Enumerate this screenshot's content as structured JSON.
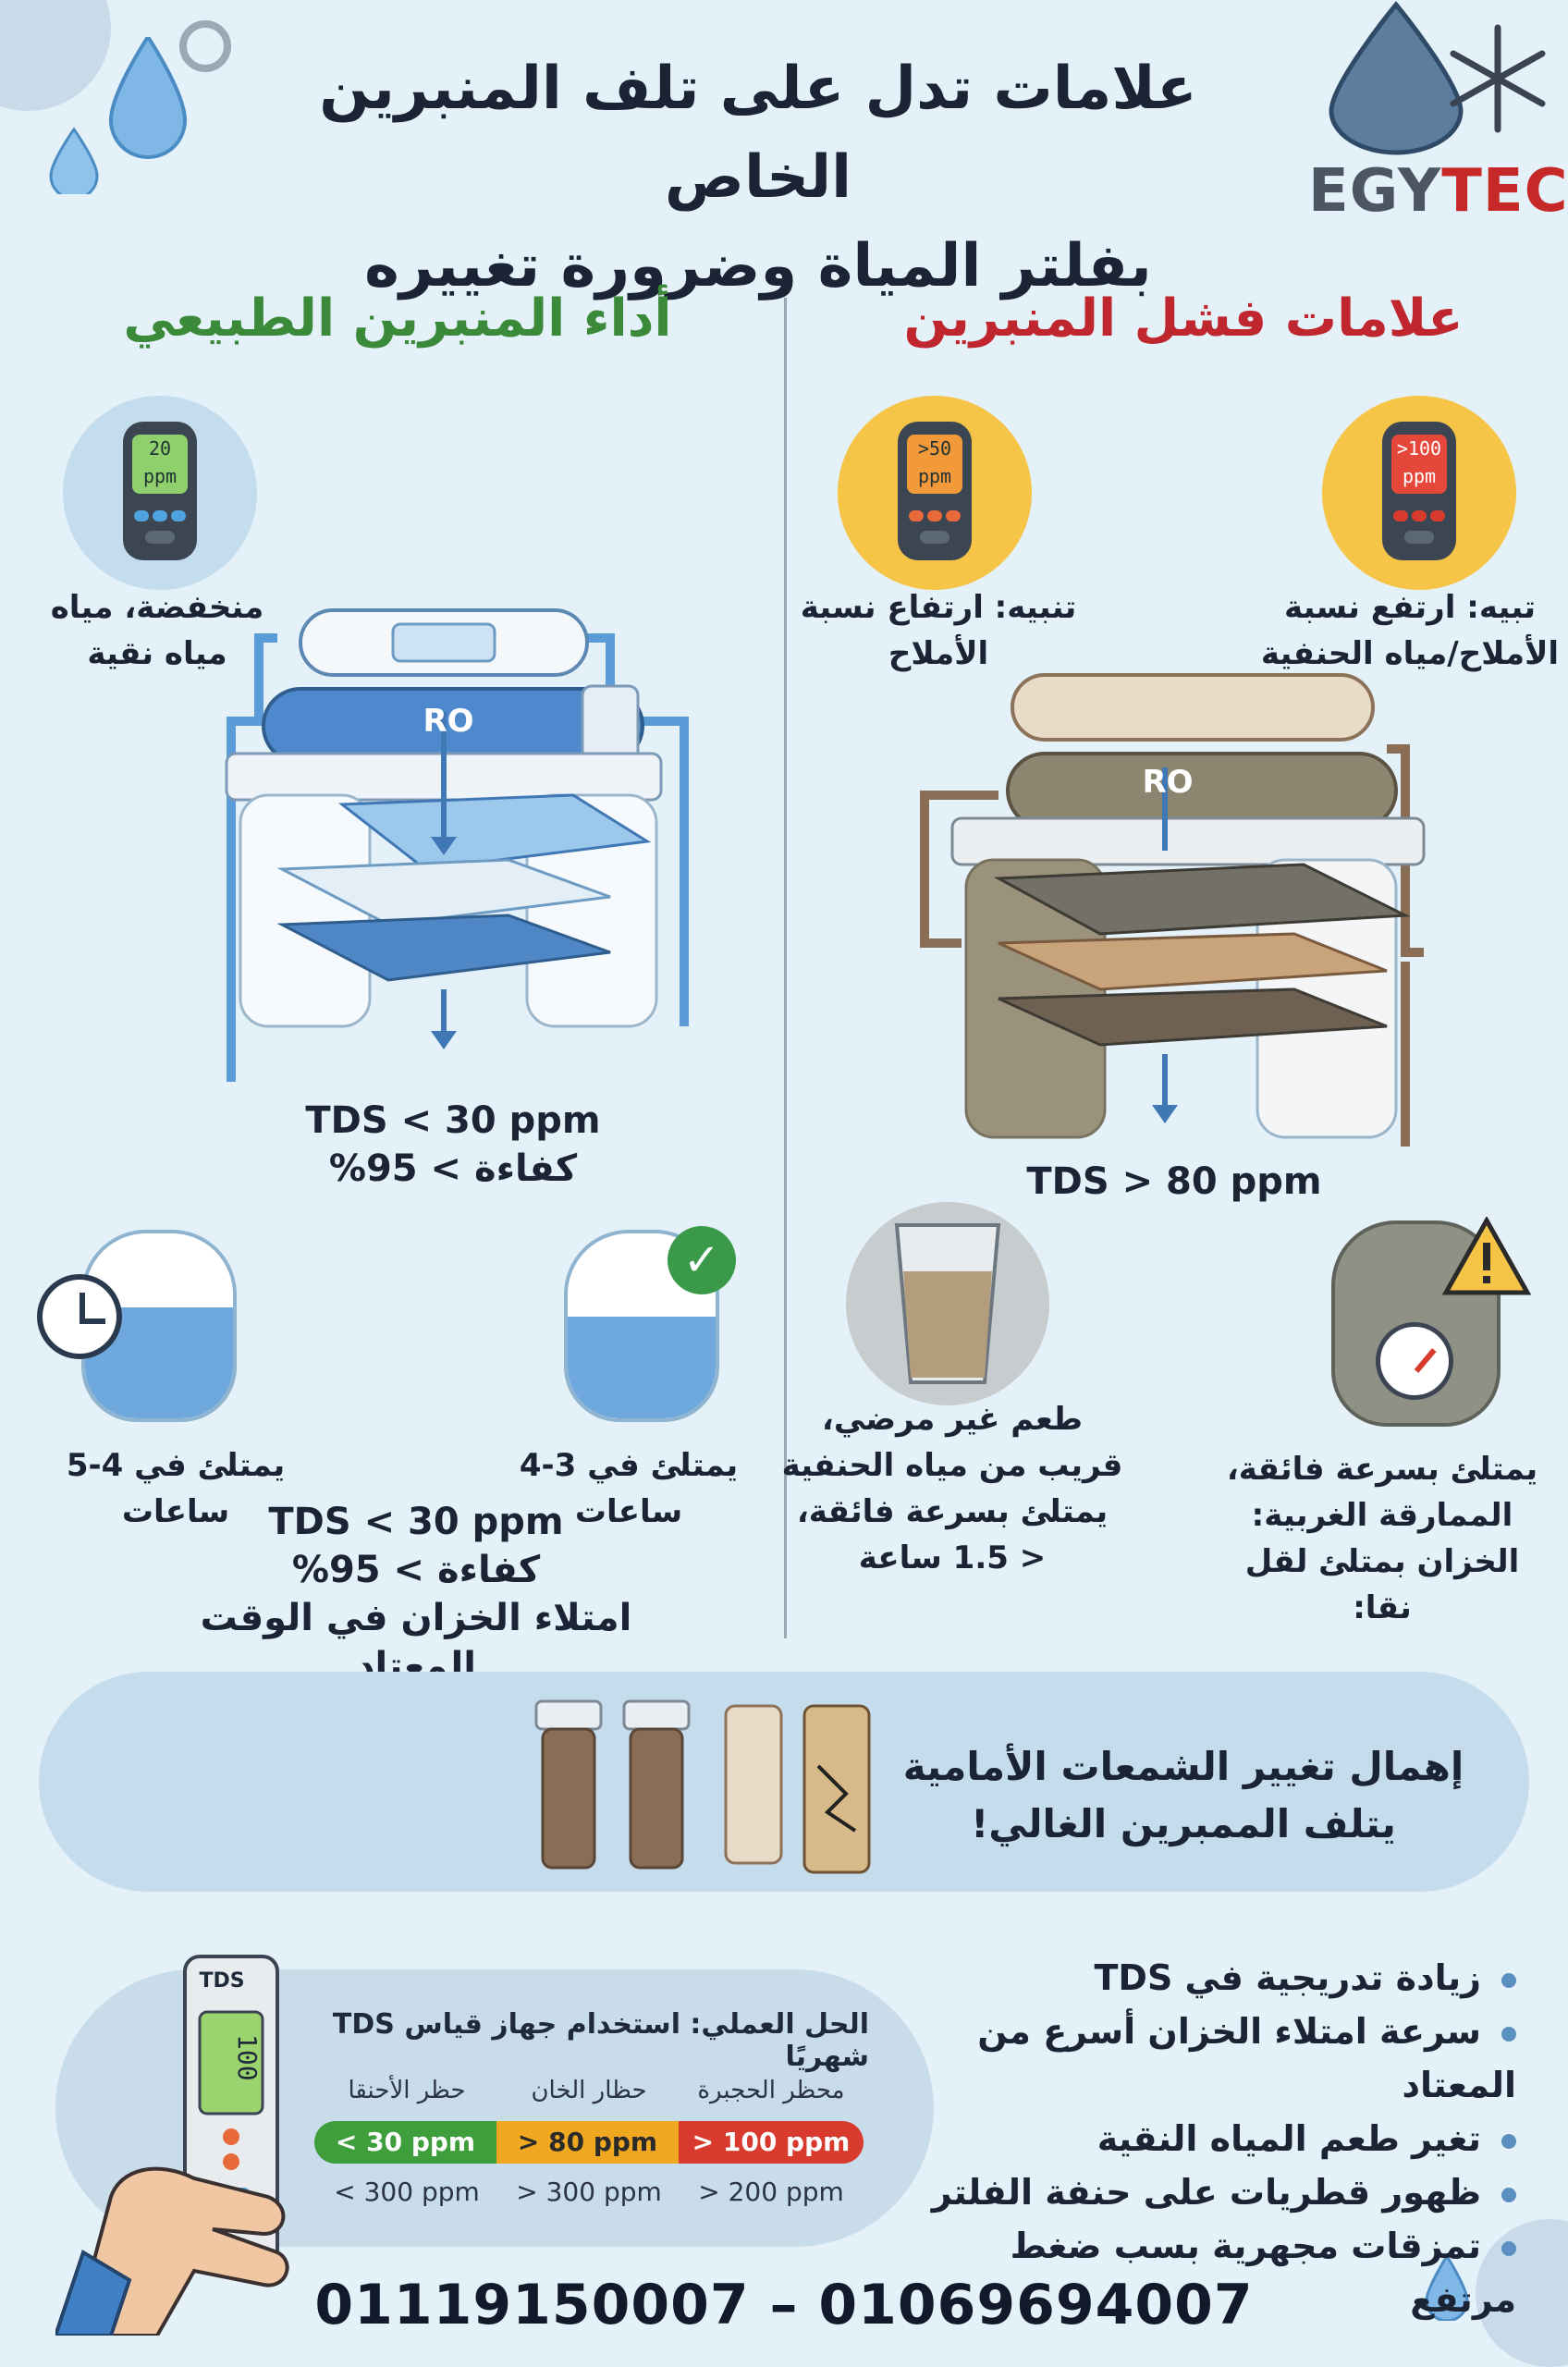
{
  "header": {
    "title_line1": "علامات تدل على تلف المنبرين الخاص",
    "title_line2": "بفلتر المياة وضرورة تغييره",
    "logo_text_a": "EGY",
    "logo_text_b": "TECH",
    "colors": {
      "logo_gray": "#4b5563",
      "logo_red": "#c62828",
      "title": "#1b2434"
    }
  },
  "left_column": {
    "heading": "أداء المنبرين الطبيعي",
    "heading_color": "#3a8a3a",
    "meter_value": "20",
    "meter_unit": "ppm",
    "meter_label_line1": "منخفضة، مياه",
    "meter_label_line2": "مياه نقية",
    "ro_label": "RO",
    "stats_line1": "TDS < 30 ppm",
    "stats_line2": "كفاءة > 95%",
    "tank_a_label": "يمتلئ في 4-5 ساعات",
    "tank_b_label": "يمتلئ في 3-4 ساعات",
    "summary_line1": "TDS < 30 ppm",
    "summary_line2": "كفاءة > 95%",
    "summary_line3": "امتلاء الخزان في الوقت المعتاد"
  },
  "right_column": {
    "heading": "علامات فشل المنبرين",
    "heading_color": "#c0262d",
    "meter_a_value": ">100",
    "meter_a_unit": "ppm",
    "meter_a_label_line1": "تبيه: ارتفع نسبة",
    "meter_a_label_line2": "الأملاح/مياه الحنفية",
    "meter_b_value": ">50",
    "meter_b_unit": "ppm",
    "meter_b_label_line1": "تنبيه: ارتفاع نسبة",
    "meter_b_label_line2": "الأملاح",
    "ro_label": "RO",
    "stats": "TDS > 80 ppm",
    "glass_label_line1": "طعم غير مرضي،",
    "glass_label_line2": "قريب من مياه الحنفية",
    "glass_label_line3": "يمتلئ بسرعة فائقة،",
    "glass_label_line4": "< 1.5 ساعة",
    "tank_label_line1": "يمتلئ بسرعة فائقة،",
    "tank_label_line2": "الممارقة الغربية:",
    "tank_label_line3": "الخزان بمتلئ لقل نقا:"
  },
  "banner": {
    "line1": "إهمال تغيير الشمعات الأمامية",
    "line2": "يتلف الممبرين الغالي!"
  },
  "bullets": [
    "زيادة تدريجية في TDS",
    "سرعة امتلاء الخزان أسرع من المعتاد",
    "تغير طعم المياه النقية",
    "ظهور قطريات على حنفة الفلتر",
    "تمزقات مجهرية بسب ضغط مرتفع"
  ],
  "tds_panel": {
    "device_label": "TDS",
    "device_value": "100",
    "title": "الحل العملي: استخدام جهاز قياس TDS شهريًا",
    "scale": [
      {
        "heading": "محظر الحجبرة",
        "bar": "> 100 ppm",
        "below": "> 200 ppm",
        "color": "#d83a2e"
      },
      {
        "heading": "حظار الخان",
        "bar": "> 80 ppm",
        "below": "> 300 ppm",
        "color": "#f0a821"
      },
      {
        "heading": "حظر الأحنقا",
        "bar": "< 30 ppm",
        "below": "< 300 ppm",
        "color": "#3f9e3c"
      }
    ]
  },
  "footer": {
    "phones": "01119150007 – 01069694007"
  }
}
